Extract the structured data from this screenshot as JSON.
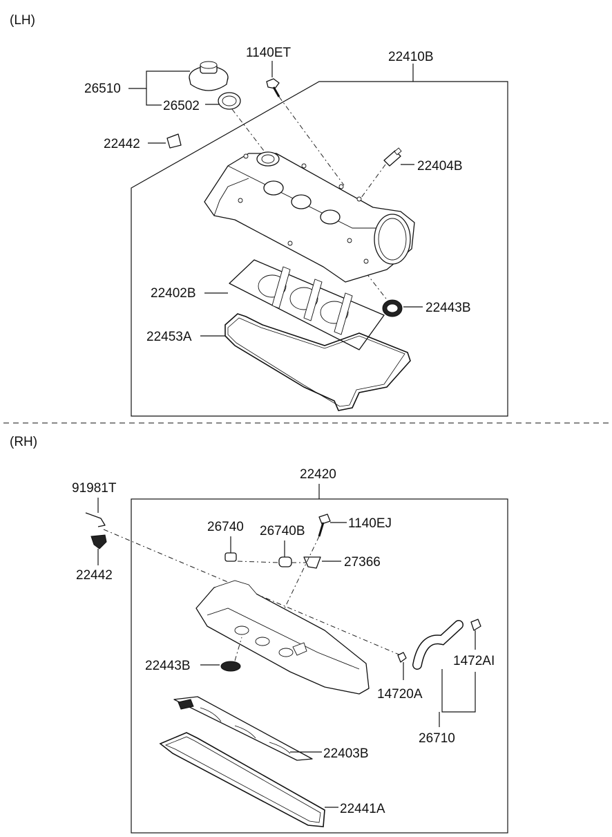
{
  "sections": {
    "lh": "(LH)",
    "rh": "(RH)"
  },
  "lh_parts": {
    "p26510": "26510",
    "p26502": "26502",
    "p1140ET": "1140ET",
    "p22410B": "22410B",
    "p22442": "22442",
    "p22404B": "22404B",
    "p22402B": "22402B",
    "p22443B": "22443B",
    "p22453A": "22453A"
  },
  "rh_parts": {
    "p22420": "22420",
    "p91981T": "91981T",
    "p26740": "26740",
    "p26740B": "26740B",
    "p1140EJ": "1140EJ",
    "p27366": "27366",
    "p22442": "22442",
    "p22443B": "22443B",
    "p1472AI": "1472AI",
    "p14720A": "14720A",
    "p26710": "26710",
    "p22403B": "22403B",
    "p22441A": "22441A"
  }
}
